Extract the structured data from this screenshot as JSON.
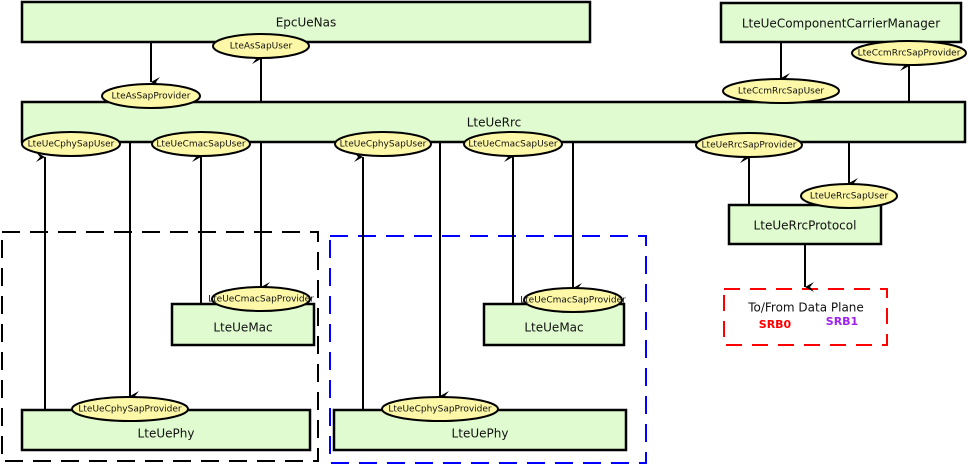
{
  "blocks": {
    "nas": "EpcUeNas",
    "ccm": "LteUeComponentCarrierManager",
    "rrc": "LteUeRrc",
    "rrc_protocol": "LteUeRrcProtocol",
    "mac1": "LteUeMac",
    "mac2": "LteUeMac",
    "phy1": "LteUePhy",
    "phy2": "LteUePhy"
  },
  "saps": {
    "as_user": "LteAsSapUser",
    "as_provider": "LteAsSapProvider",
    "ccm_provider": "LteCcmRrcSapProvider",
    "ccm_user": "LteCcmRrcSapUser",
    "cphy_user1": "LteUeCphySapUser",
    "cmac_user1": "LteUeCmacSapUser",
    "cphy_user2": "LteUeCphySapUser",
    "cmac_user2": "LteUeCmacSapUser",
    "rrc_provider": "LteUeRrcSapProvider",
    "rrc_user": "LteUeRrcSapUser",
    "cmac_provider1": "LteUeCmacSapProvider",
    "cmac_provider2": "LteUeCmacSapProvider",
    "cphy_provider1": "LteUeCphySapProvider",
    "cphy_provider2": "LteUeCphySapProvider"
  },
  "data_plane": {
    "label": "To/From Data Plane",
    "srb0": "SRB0",
    "srb1": "SRB1"
  },
  "colors": {
    "block_fill": "#e0fbd0",
    "sap_fill": "#fdf8a8",
    "carrier1_border": "#000000",
    "carrier2_border": "#0000ff",
    "data_plane_border": "#ff0000",
    "srb0": "#ff0000",
    "srb1": "#a020f0"
  }
}
